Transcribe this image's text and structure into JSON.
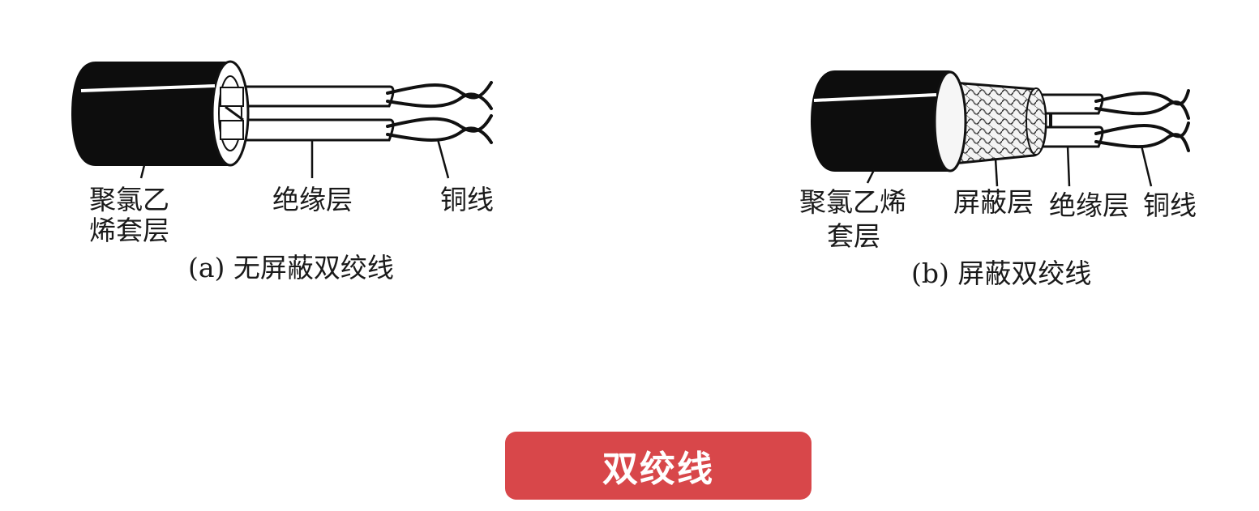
{
  "figure_a": {
    "jacket_label_line1": "聚氯乙",
    "jacket_label_line2": "烯套层",
    "insulation_label": "绝缘层",
    "copper_label": "铜线",
    "caption": "(a) 无屏蔽双绞线"
  },
  "figure_b": {
    "jacket_label_line1": "聚氯乙烯",
    "jacket_label_line2": "套层",
    "shield_label": "屏蔽层",
    "insulation_label": "绝缘层",
    "copper_label": "铜线",
    "caption": "(b) 屏蔽双绞线"
  },
  "title": {
    "label": "双绞线",
    "color": "#d8474a"
  }
}
